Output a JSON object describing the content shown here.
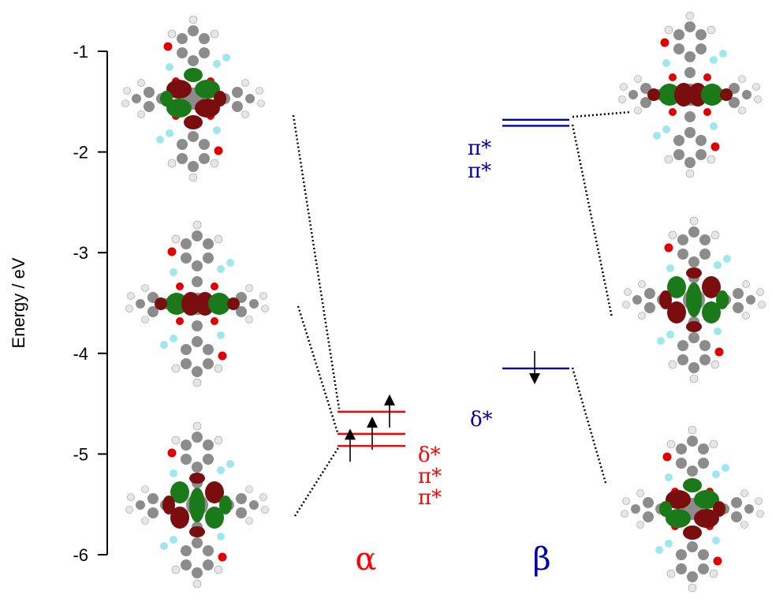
{
  "axis": {
    "title": "Energy / eV",
    "ticks": [
      {
        "value": -1,
        "label": "-1"
      },
      {
        "value": -2,
        "label": "-2"
      },
      {
        "value": -3,
        "label": "-3"
      },
      {
        "value": -4,
        "label": "-4"
      },
      {
        "value": -5,
        "label": "-5"
      },
      {
        "value": -6,
        "label": "-6"
      }
    ],
    "range": [
      -6,
      -1
    ]
  },
  "alpha": {
    "label": "α",
    "color": "#ff0000",
    "levels": [
      {
        "energy": -4.58,
        "electron": "up"
      },
      {
        "energy": -4.8,
        "electron": "up"
      },
      {
        "energy": -4.92,
        "electron": "up"
      }
    ],
    "labels": [
      "δ*",
      "π*",
      "π*"
    ]
  },
  "beta": {
    "label": "β",
    "color": "#0000aa",
    "levels": [
      {
        "energy": -1.68,
        "electron": "none"
      },
      {
        "energy": -1.74,
        "electron": "none"
      },
      {
        "energy": -4.15,
        "electron": "down"
      }
    ],
    "pi_labels": [
      "π*",
      "π*"
    ],
    "delta_label": "δ*"
  },
  "colors": {
    "lobe_green": "#1a7a1a",
    "lobe_red": "#7a0d0d",
    "carbon": "#8c8c8c",
    "hydrogen": "#e6e6e6",
    "oxygen": "#e00000",
    "fluorine": "#9ee7ee"
  },
  "molecules": [
    {
      "side": "left",
      "orbital": "π*"
    },
    {
      "side": "left",
      "orbital": "π*"
    },
    {
      "side": "left",
      "orbital": "δ*"
    },
    {
      "side": "right",
      "orbital": "π*"
    },
    {
      "side": "right",
      "orbital": "π*"
    },
    {
      "side": "right",
      "orbital": "δ*"
    }
  ]
}
